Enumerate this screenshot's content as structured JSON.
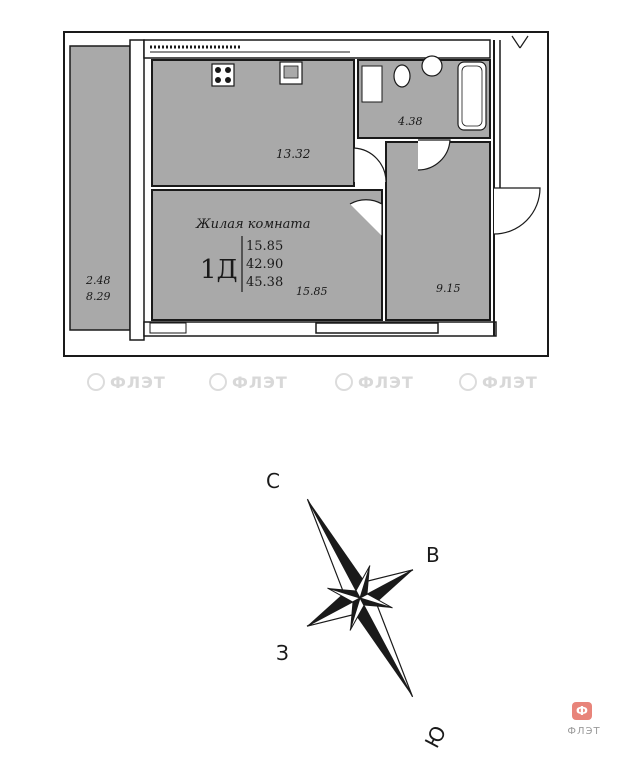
{
  "plan": {
    "living_room_label": "Жилая комната",
    "apartment_type": "1Д",
    "area_living": "15.85",
    "area_total": "42.90",
    "area_total_with_balcony": "45.38",
    "room_living_area": "15.85",
    "kitchen_area": "13.32",
    "bathroom_area": "4.38",
    "hall_area": "9.15",
    "loggia_area_1": "2.48",
    "loggia_area_2": "8.29",
    "fill_color": "#a9a9a9",
    "wall_color": "#1a1a1a"
  },
  "watermark": {
    "text": "ФЛЭТ"
  },
  "compass": {
    "north": "С",
    "east": "В",
    "south": "Ю",
    "west": "З"
  },
  "logo": {
    "badge": "Ф",
    "word": "ФЛЭТ",
    "color": "#e8847a"
  }
}
